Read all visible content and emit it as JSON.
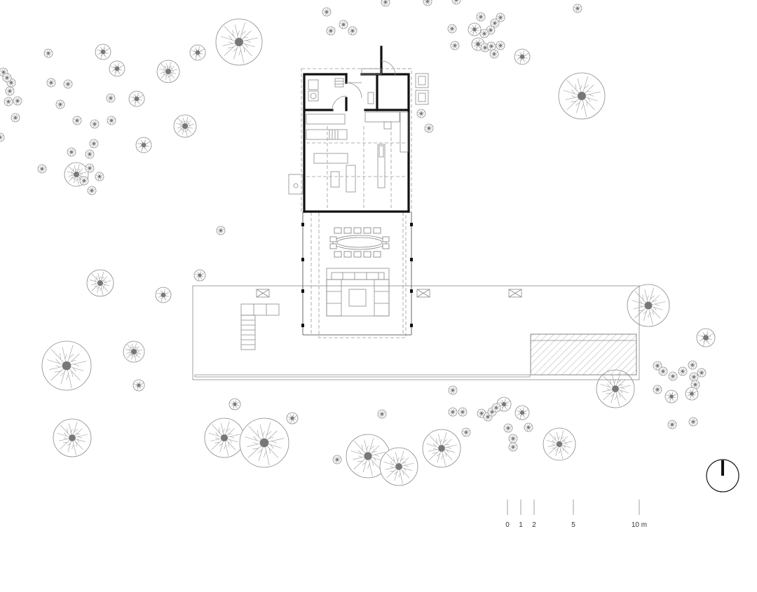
{
  "scale_bar": {
    "labels": [
      "0",
      "1",
      "2",
      "5",
      "10 m"
    ]
  },
  "icons": {
    "north_arrow": "north-arrow-icon",
    "tree": "tree-canopy-icon",
    "shrub": "shrub-icon"
  },
  "colors": {
    "ink": "#111111",
    "line": "#8a8a8a",
    "background": "#ffffff"
  }
}
